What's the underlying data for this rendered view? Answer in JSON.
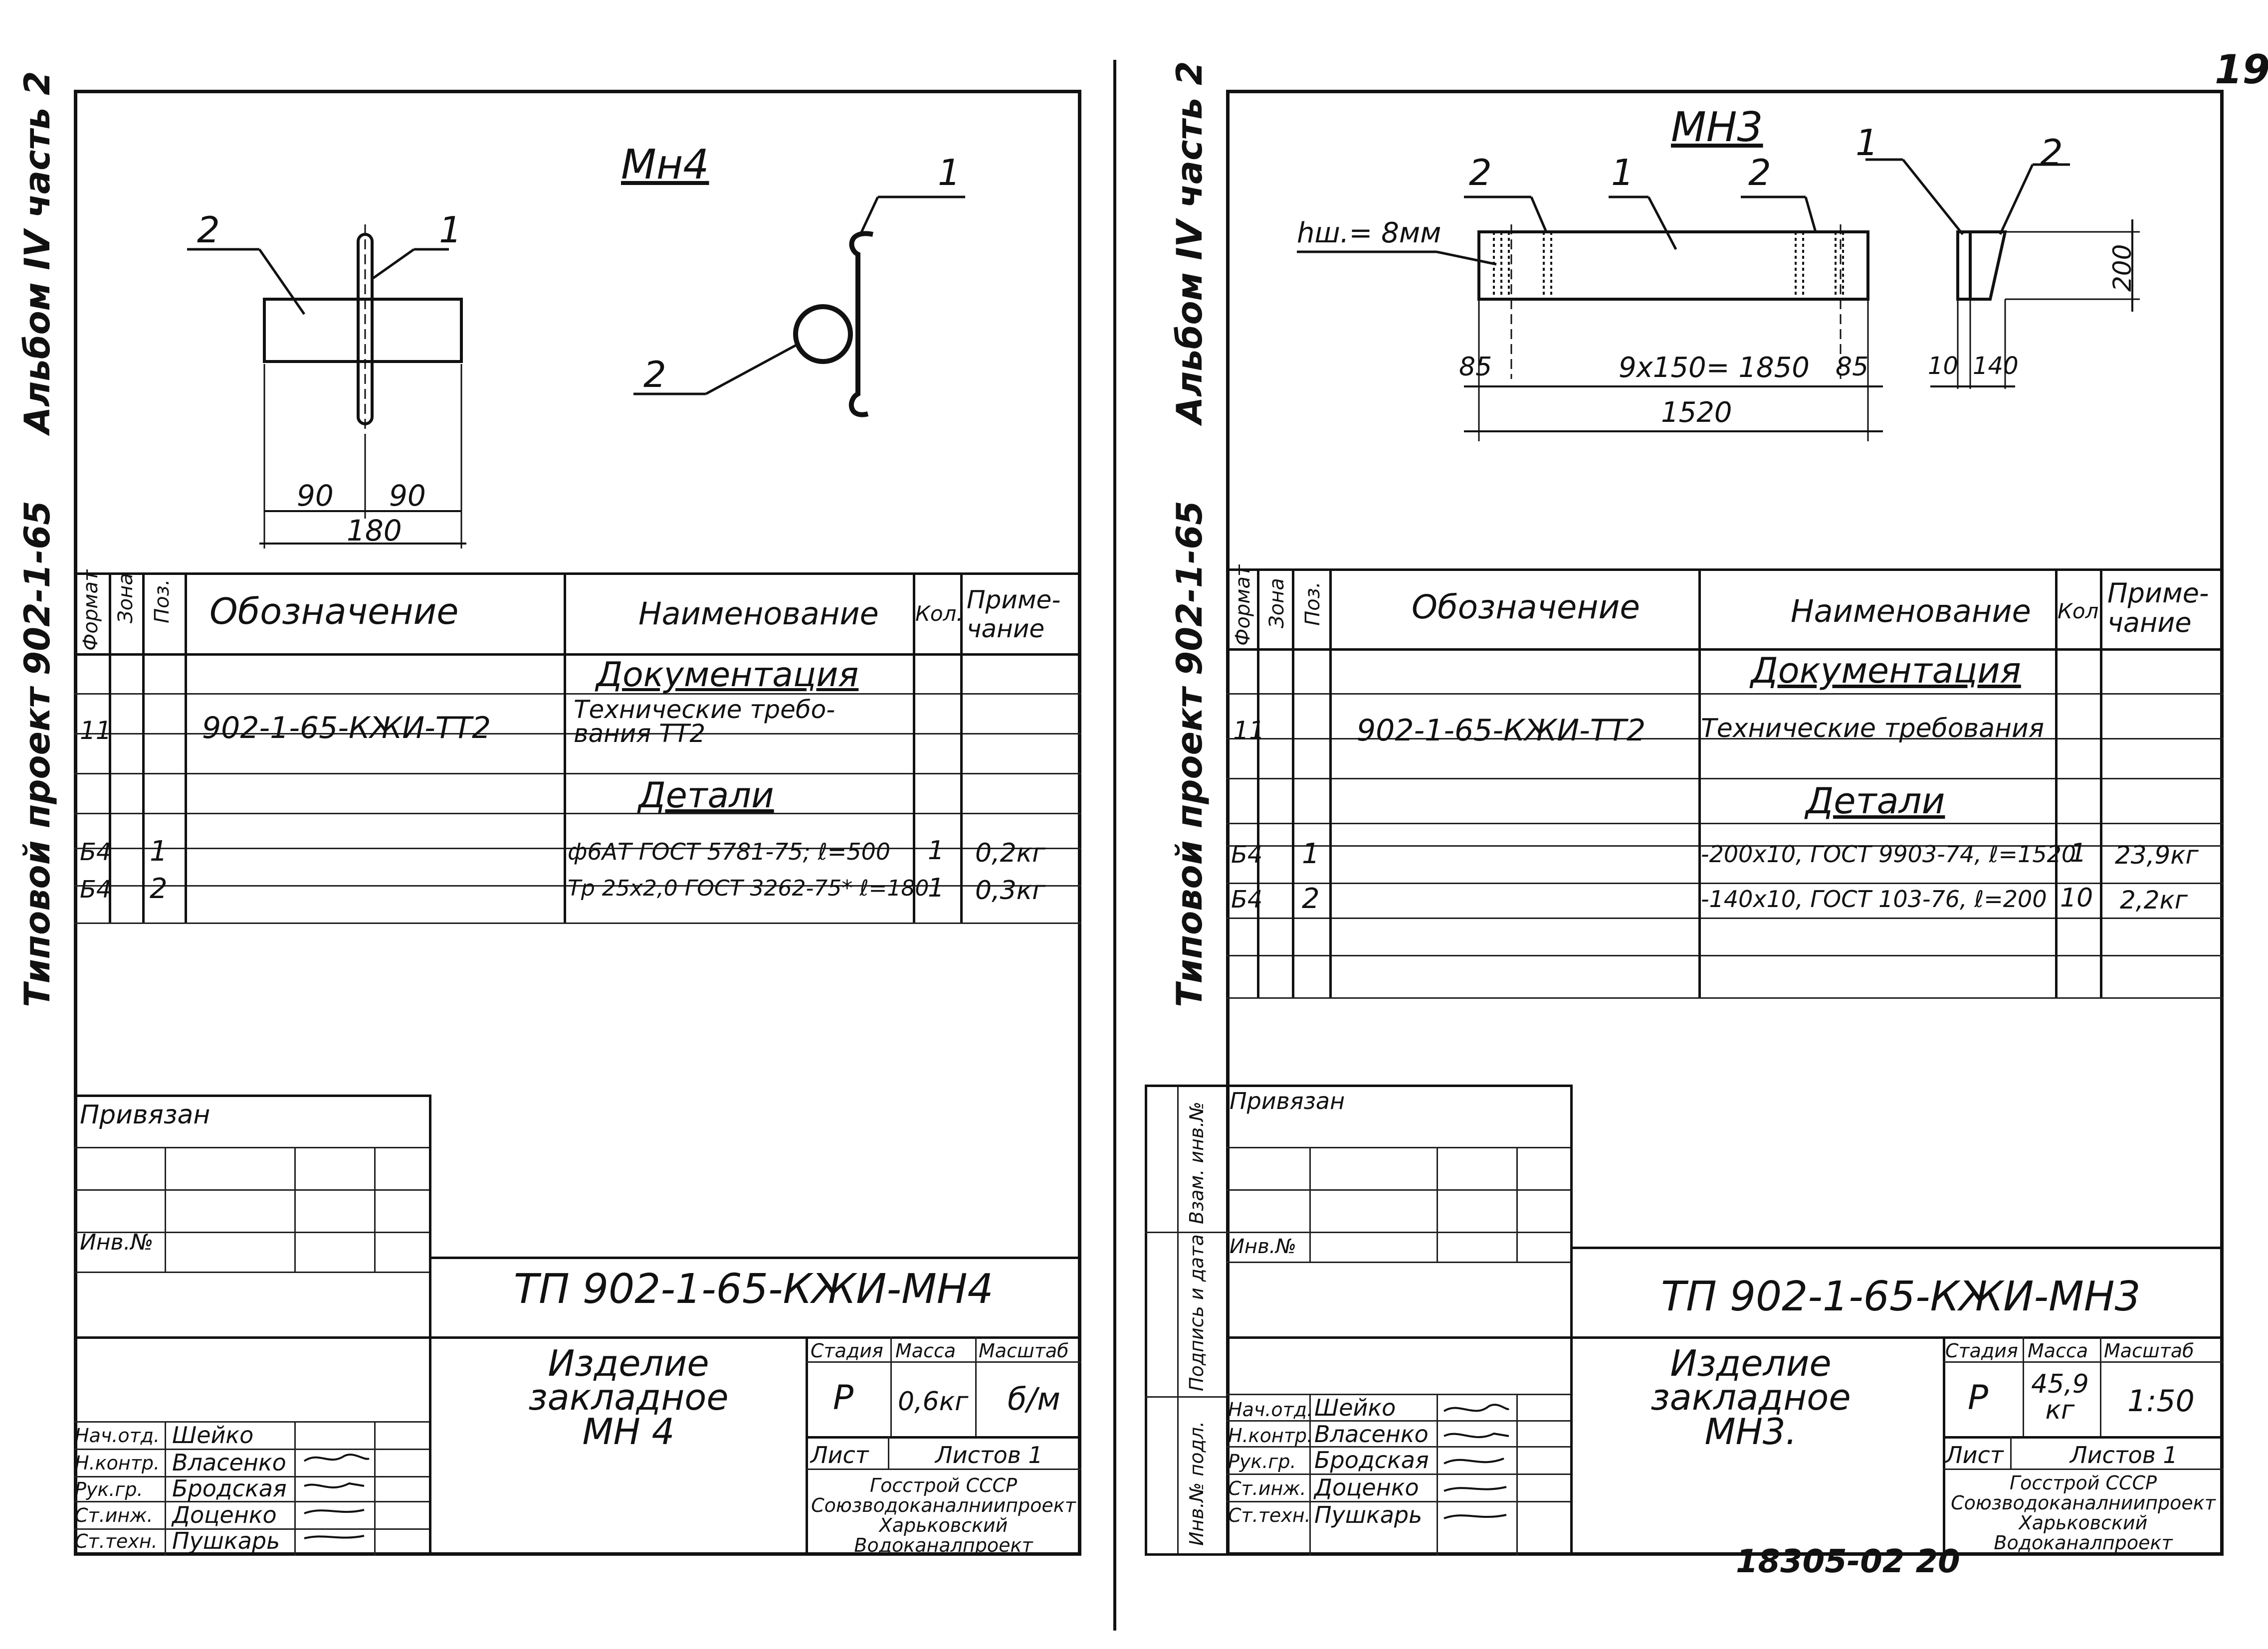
{
  "page_number": "19",
  "archive_number": "18305-02  20",
  "left": {
    "side_title": "Альбом IV часть 2",
    "side_project": "Типовой проект  902-1-65",
    "drawing_title": "Мн4",
    "callouts": {
      "a": "2",
      "b": "1",
      "c": "1",
      "d": "2"
    },
    "dims": {
      "left": "90",
      "right": "90",
      "total": "180"
    },
    "spec_headers": {
      "format": "Формат",
      "zone": "Зона",
      "pos": "Поз.",
      "designation": "Обозначение",
      "name": "Наименование",
      "qty": "Кол.",
      "note": "Приме-\nчание"
    },
    "section_docs": "Документация",
    "doc_row": {
      "format": "11",
      "designation": "902-1-65-КЖИ-ТТ2",
      "name": "Технические требо-\nвания ТТ2"
    },
    "section_details": "Детали",
    "rows": [
      {
        "format": "Б4",
        "pos": "1",
        "name": "ф6АТ ГОСТ 5781-75; ℓ=500",
        "qty": "1",
        "note": "0,2кг"
      },
      {
        "format": "Б4",
        "pos": "2",
        "name": "Тр 25х2,0 ГОСТ 3262-75* ℓ=180",
        "qty": "1",
        "note": "0,3кг"
      }
    ],
    "stamp": {
      "linked": "Привязан",
      "inv": "Инв.№",
      "code": "ТП 902-1-65-КЖИ-МН4",
      "product": "Изделие\nзакладное\nМН 4",
      "stage_h": "Стадия",
      "mass_h": "Масса",
      "scale_h": "Масштаб",
      "stage": "Р",
      "mass": "0,6кг",
      "scale": "б/м",
      "sheet_h": "Лист",
      "sheets_h": "Листов 1",
      "org": "Госстрой СССР\nСоюзводоканалниипроект\nХарьковский\nВодоканалпроект",
      "people": [
        {
          "role": "Нач.отд.",
          "name": "Шейко"
        },
        {
          "role": "Н.контр.",
          "name": "Власенко"
        },
        {
          "role": "Рук.гр.",
          "name": "Бродская"
        },
        {
          "role": "Ст.инж.",
          "name": "Доценко"
        },
        {
          "role": "Ст.техн.",
          "name": "Пушкарь"
        }
      ]
    }
  },
  "right": {
    "side_title": "Альбом IV часть 2",
    "side_project": "Типовой проект  902-1-65",
    "drawing_title": "МН3",
    "callouts": {
      "a": "2",
      "b": "1",
      "c": "2",
      "d": "1",
      "e": "2"
    },
    "weld_note": "hш.= 8мм",
    "dims": {
      "d85a": "85",
      "mid": "9х150= 1850",
      "d85b": "85",
      "total": "1520",
      "d10": "10",
      "d140": "140",
      "h200": "200"
    },
    "spec_headers": {
      "format": "Формат",
      "zone": "Зона",
      "pos": "Поз.",
      "designation": "Обозначение",
      "name": "Наименование",
      "qty": "Кол.",
      "note": "Приме-\nчание"
    },
    "section_docs": "Документация",
    "doc_row": {
      "format": "11",
      "designation": "902-1-65-КЖИ-ТТ2",
      "name": "Технические требования"
    },
    "section_details": "Детали",
    "rows": [
      {
        "format": "Б4",
        "pos": "1",
        "name": "-200х10, ГОСТ 9903-74, ℓ=1520",
        "qty": "1",
        "note": "23,9кг"
      },
      {
        "format": "Б4",
        "pos": "2",
        "name": "-140х10, ГОСТ 103-76, ℓ=200",
        "qty": "10",
        "note": "2,2кг"
      }
    ],
    "side_stamp": {
      "a": "Взам. инв.№",
      "b": "Подпись и дата",
      "c": "Инв.№ подл."
    },
    "stamp": {
      "linked": "Привязан",
      "inv": "Инв.№",
      "code": "ТП 902-1-65-КЖИ-МН3",
      "product": "Изделие\nзакладное\nМН3.",
      "stage_h": "Стадия",
      "mass_h": "Масса",
      "scale_h": "Масштаб",
      "stage": "Р",
      "mass": "45,9\nкг",
      "scale": "1:50",
      "sheet_h": "Лист",
      "sheets_h": "Листов 1",
      "org": "Госстрой СССР\nСоюзводоканалниипроект\nХарьковский\nВодоканалпроект",
      "people": [
        {
          "role": "Нач.отд.",
          "name": "Шейко"
        },
        {
          "role": "Н.контр.",
          "name": "Власенко"
        },
        {
          "role": "Рук.гр.",
          "name": "Бродская"
        },
        {
          "role": "Ст.инж.",
          "name": "Доценко"
        },
        {
          "role": "Ст.техн.",
          "name": "Пушкарь"
        }
      ]
    }
  }
}
